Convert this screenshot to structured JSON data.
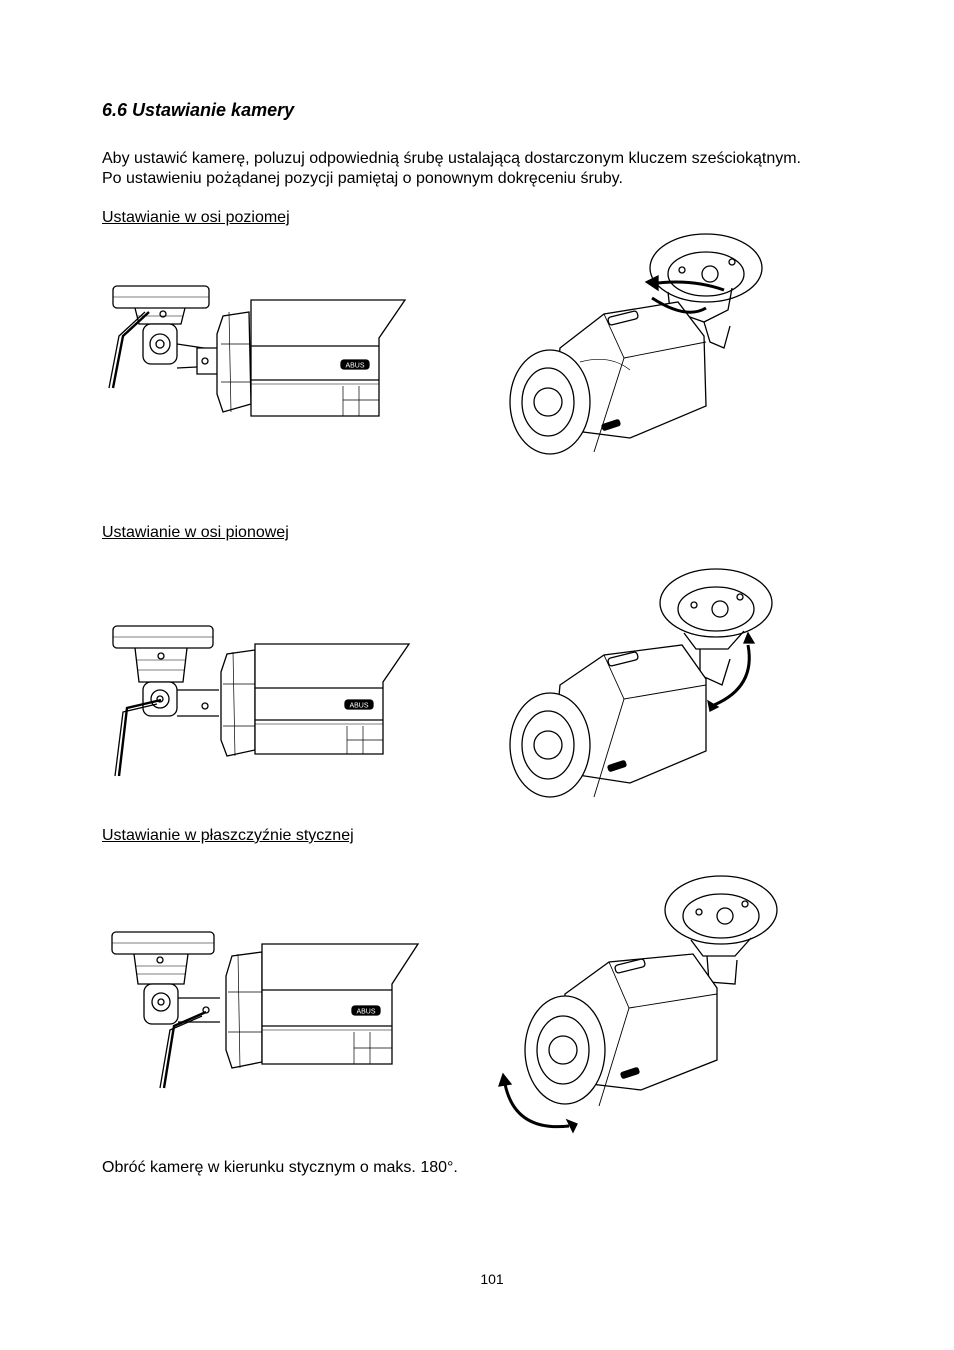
{
  "section": {
    "heading": "6.6 Ustawianie kamery",
    "intro_line1": "Aby ustawić kamerę, poluzuj odpowiednią śrubę ustalającą dostarczonym kluczem sześciokątnym.",
    "intro_line2": "Po ustawieniu pożądanej pozycji pamiętaj o ponownym dokręceniu śruby."
  },
  "figures": [
    {
      "caption": "Ustawianie w osi poziomej",
      "label_badge": "ABUS"
    },
    {
      "caption": "Ustawianie w osi pionowej",
      "label_badge": "ABUS"
    },
    {
      "caption": "Ustawianie w płaszczyźnie stycznej",
      "label_badge": "ABUS"
    }
  ],
  "closing_note": "Obróć kamerę w kierunku stycznym o maks. 180°.",
  "page_number": "101"
}
